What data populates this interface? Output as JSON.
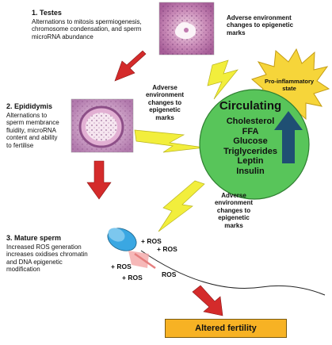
{
  "testes": {
    "title": "1. Testes",
    "lines": [
      "Alternations to mitosis spermiogenesis,",
      "chromosome condensation, and sperm",
      "microRNA abundance"
    ]
  },
  "epididymis": {
    "title": "2. Epididymis",
    "lines": [
      "Alternations to",
      "sperm membrance",
      "fluidity, microRNA",
      "content and ability",
      "to fertilise"
    ]
  },
  "mature_sperm": {
    "title": "3. Mature sperm",
    "lines": [
      "Increased ROS generation",
      "increases oxidises chromatin",
      "and DNA epigenetic",
      "modification"
    ]
  },
  "adverse_1": {
    "lines": [
      "Adverse environment",
      "changes to epigenetic",
      "marks"
    ]
  },
  "adverse_2": {
    "lines": [
      "Adverse",
      "environment",
      "changes to",
      "epigenetic",
      "marks"
    ]
  },
  "adverse_3": {
    "lines": [
      "Adverse",
      "environment",
      "changes to",
      "epigenetic",
      "marks"
    ]
  },
  "inflammatory": {
    "lines": [
      "Pro-inflammatory",
      "state"
    ]
  },
  "circulating": {
    "title": "Circulating",
    "items": [
      "Cholesterol",
      "FFA",
      "Glucose",
      "Triglycerides",
      "Leptin",
      "Insulin"
    ]
  },
  "ros_labels": [
    "+ ROS",
    "+ ROS",
    "+ ROS",
    "+ ROS",
    "ROS"
  ],
  "outcome": {
    "label": "Altered fertility"
  },
  "colors": {
    "red_arrow": "#d42b2b",
    "lightning": "#f2ee3c",
    "starburst": "#f6d53a",
    "circle_fill": "#58c55a",
    "up_arrow": "#1f4f73",
    "outcome_box": "#f7b224"
  }
}
